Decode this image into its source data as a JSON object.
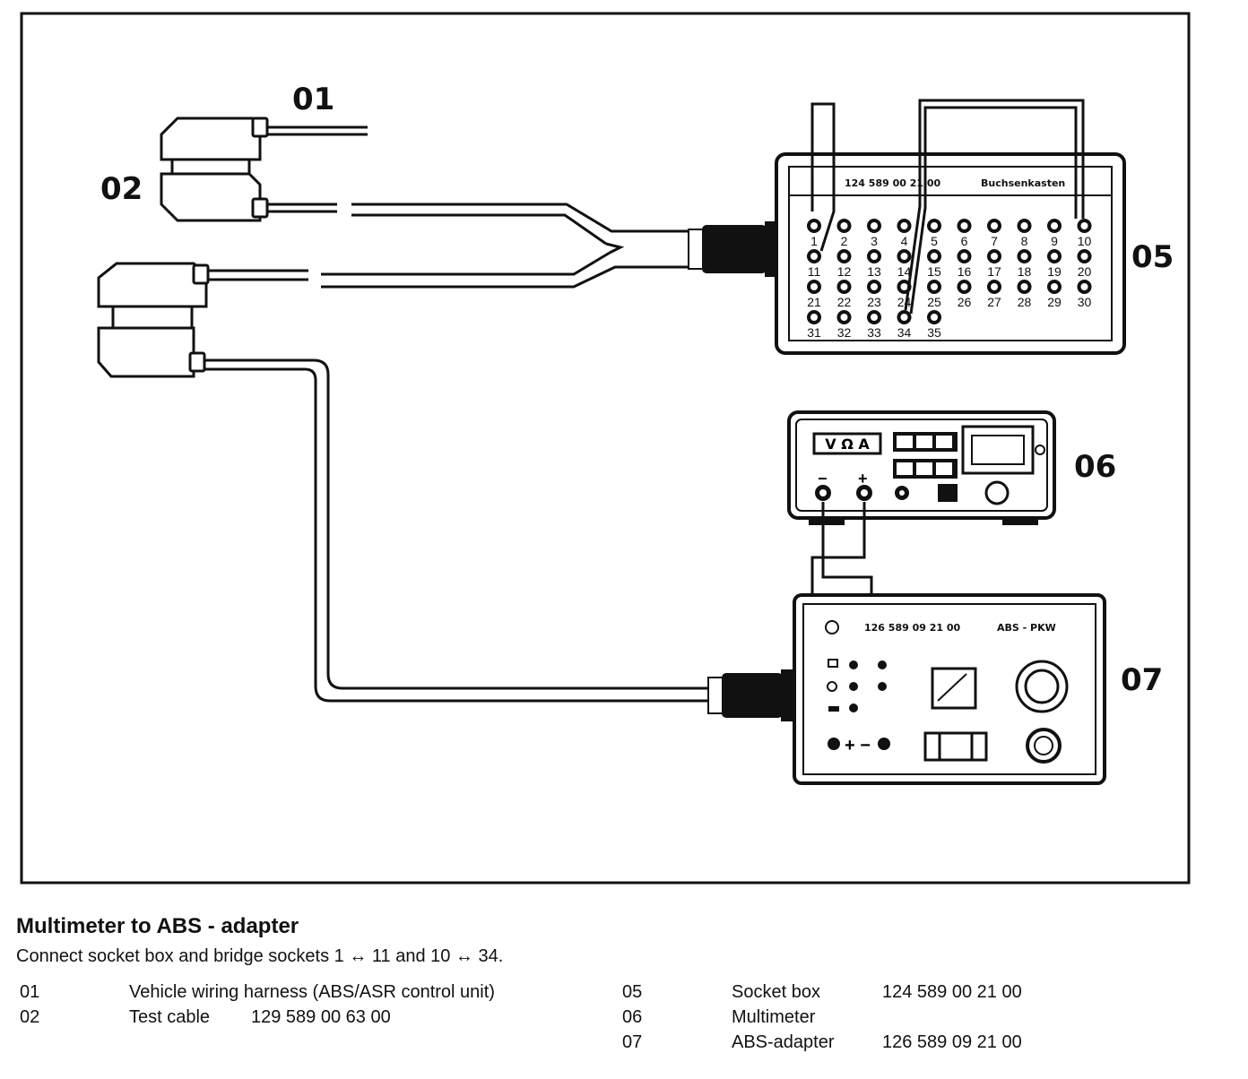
{
  "labels": {
    "item01": "01",
    "item02": "02",
    "item05": "05",
    "item06": "06",
    "item07": "07"
  },
  "socket_box": {
    "part_number": "124 589 00 21 00",
    "title": "Buchsenkasten",
    "sockets": [
      "1",
      "2",
      "3",
      "4",
      "5",
      "6",
      "7",
      "8",
      "9",
      "10",
      "11",
      "12",
      "13",
      "14",
      "15",
      "16",
      "17",
      "18",
      "19",
      "20",
      "21",
      "22",
      "23",
      "24",
      "25",
      "26",
      "27",
      "28",
      "29",
      "30",
      "31",
      "32",
      "33",
      "34",
      "35"
    ]
  },
  "multimeter": {
    "mode_label": "V Ω A",
    "minus": "−",
    "plus": "+"
  },
  "abs_adapter": {
    "part_number": "126 589 09 21 00",
    "title": "ABS - PKW",
    "terminals": "+ −"
  },
  "caption": {
    "title": "Multimeter to ABS - adapter",
    "instruction": "Connect socket box and bridge sockets 1 ↔ 11 and 10 ↔ 34."
  },
  "legend": [
    {
      "id": "01",
      "name": "Vehicle wiring harness (ABS/ASR control unit)",
      "part": ""
    },
    {
      "id": "02",
      "name": "Test cable",
      "part": "129 589 00 63 00"
    },
    {
      "id": "05",
      "name": "Socket box",
      "part": "124 589 00 21 00"
    },
    {
      "id": "06",
      "name": "Multimeter",
      "part": ""
    },
    {
      "id": "07",
      "name": "ABS-adapter",
      "part": "126 589 09 21 00"
    }
  ]
}
